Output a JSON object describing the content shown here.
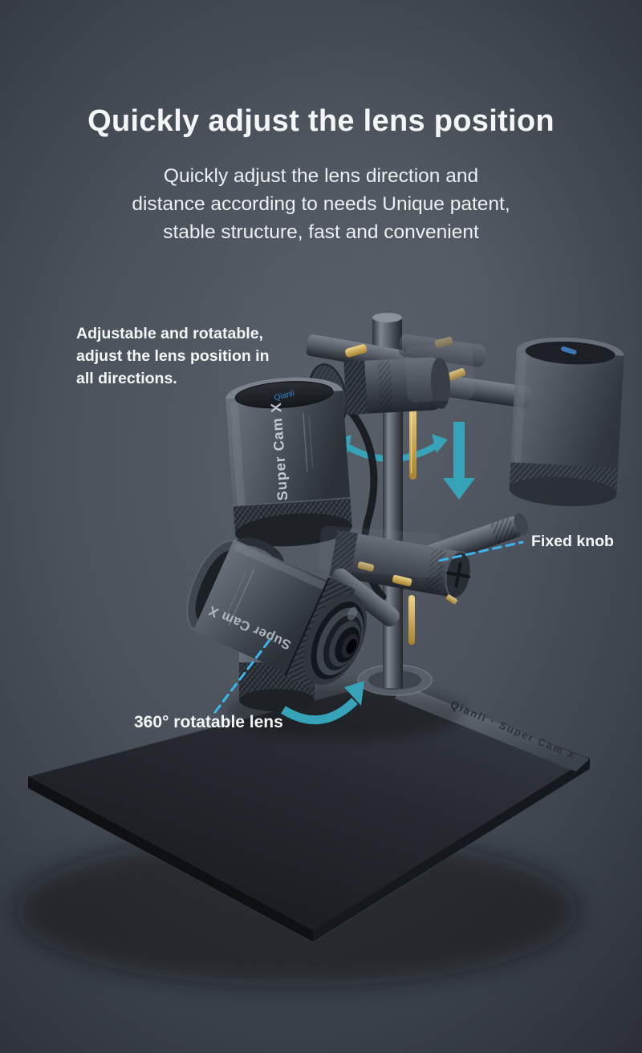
{
  "header": {
    "title": "Quickly adjust the lens position",
    "subtitle_lines": [
      "Quickly adjust the lens direction and",
      "distance according to needs Unique patent,",
      "stable structure, fast and convenient"
    ]
  },
  "annotations": {
    "adjustable_lines": [
      "Adjustable and rotatable,",
      "adjust the lens position in",
      "all directions."
    ],
    "fixed_knob": "Fixed knob",
    "rotatable_lens": "360° rotatable lens"
  },
  "product": {
    "camera_print": "Super Cam X",
    "camera_print_bottom": "Super Cam X",
    "brand": "Qianli",
    "base_engraving": "Qianli · Super Cam X"
  },
  "colors": {
    "accent_teal": "#37a3b8",
    "accent_cyan": "#3cb5ec",
    "text_primary": "#f3f5f7",
    "gold": "#d4b05c",
    "metal_light": "#7b828c",
    "metal_dark": "#23272d",
    "plate_dark": "#1c1f24"
  }
}
